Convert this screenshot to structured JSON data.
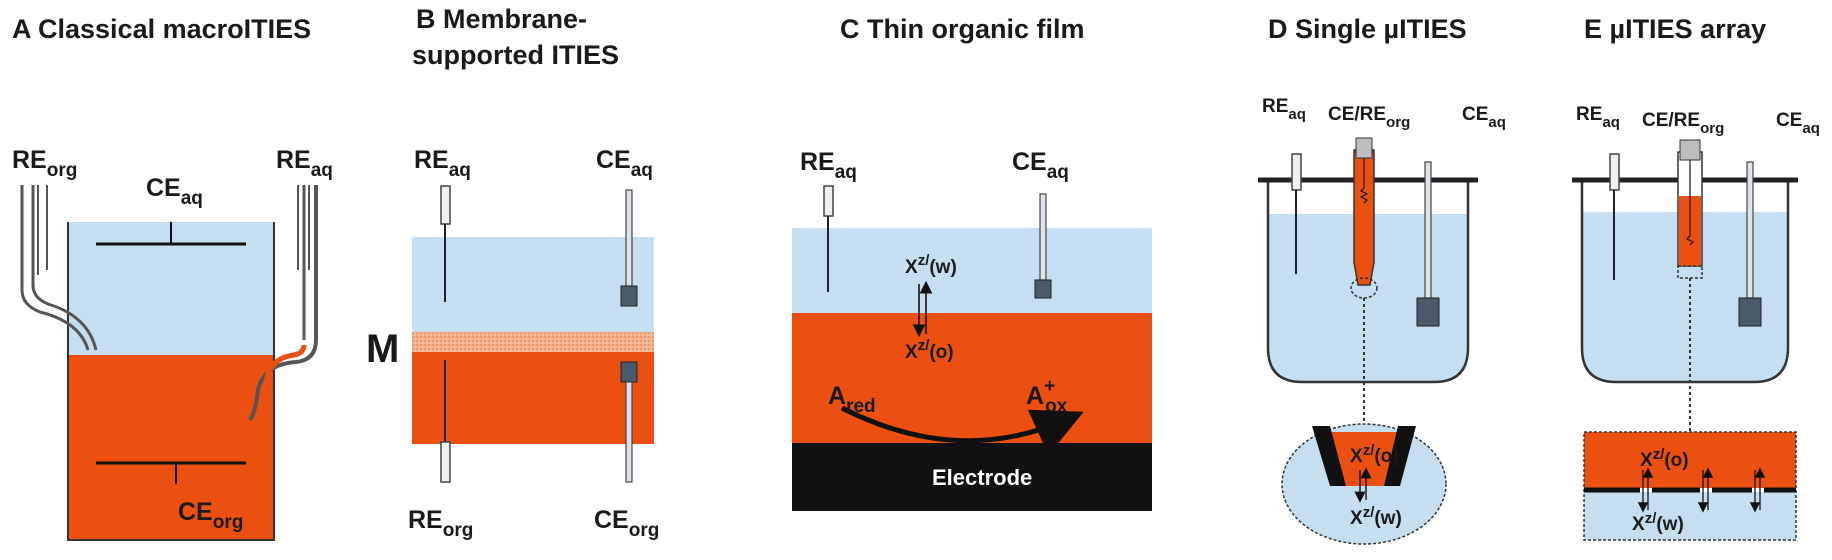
{
  "colors": {
    "aqueous": "#c5def0",
    "organic": "#ec5010",
    "electrode": "#111111",
    "membrane": "#f0b08a",
    "vessel_stroke": "#333333",
    "electrode_block": "#4b5a6a"
  },
  "panels": {
    "A": {
      "title": "A Classical macroITIES",
      "re_org": {
        "main": "RE",
        "sub": "org"
      },
      "re_aq": {
        "main": "RE",
        "sub": "aq"
      },
      "ce_aq": {
        "main": "CE",
        "sub": "aq"
      },
      "ce_org": {
        "main": "CE",
        "sub": "org"
      }
    },
    "B": {
      "title_line1": "B Membrane-",
      "title_line2": "supported ITIES",
      "re_aq": {
        "main": "RE",
        "sub": "aq"
      },
      "ce_aq": {
        "main": "CE",
        "sub": "aq"
      },
      "re_org": {
        "main": "RE",
        "sub": "org"
      },
      "ce_org": {
        "main": "CE",
        "sub": "org"
      },
      "membrane_label": "M"
    },
    "C": {
      "title": "C Thin organic film",
      "re_aq": {
        "main": "RE",
        "sub": "aq"
      },
      "ce_aq": {
        "main": "CE",
        "sub": "aq"
      },
      "x_w": {
        "main": "X",
        "sup": "z/",
        "tail": "(w)"
      },
      "x_o": {
        "main": "X",
        "sup": "z/",
        "tail": "(o)"
      },
      "a_red": {
        "main": "A",
        "sub": "red"
      },
      "a_ox": {
        "main": "A",
        "sup": "+",
        "sub": "ox"
      },
      "electrode": "Electrode"
    },
    "D": {
      "title": "D Single µITIES",
      "re_aq": {
        "main": "RE",
        "sub": "aq"
      },
      "ce_re_org": {
        "main": "CE/RE",
        "sub": "org"
      },
      "ce_aq": {
        "main": "CE",
        "sub": "aq"
      },
      "x_o": {
        "main": "X",
        "sup": "z/",
        "tail": "(o)"
      },
      "x_w": {
        "main": "X",
        "sup": "z/",
        "tail": "(w)"
      }
    },
    "E": {
      "title": "E µITIES array",
      "re_aq": {
        "main": "RE",
        "sub": "aq"
      },
      "ce_re_org": {
        "main": "CE/RE",
        "sub": "org"
      },
      "ce_aq": {
        "main": "CE",
        "sub": "aq"
      },
      "x_o": {
        "main": "X",
        "sup": "z/",
        "tail": "(o)"
      },
      "x_w": {
        "main": "X",
        "sup": "z/",
        "tail": "(w)"
      }
    }
  }
}
